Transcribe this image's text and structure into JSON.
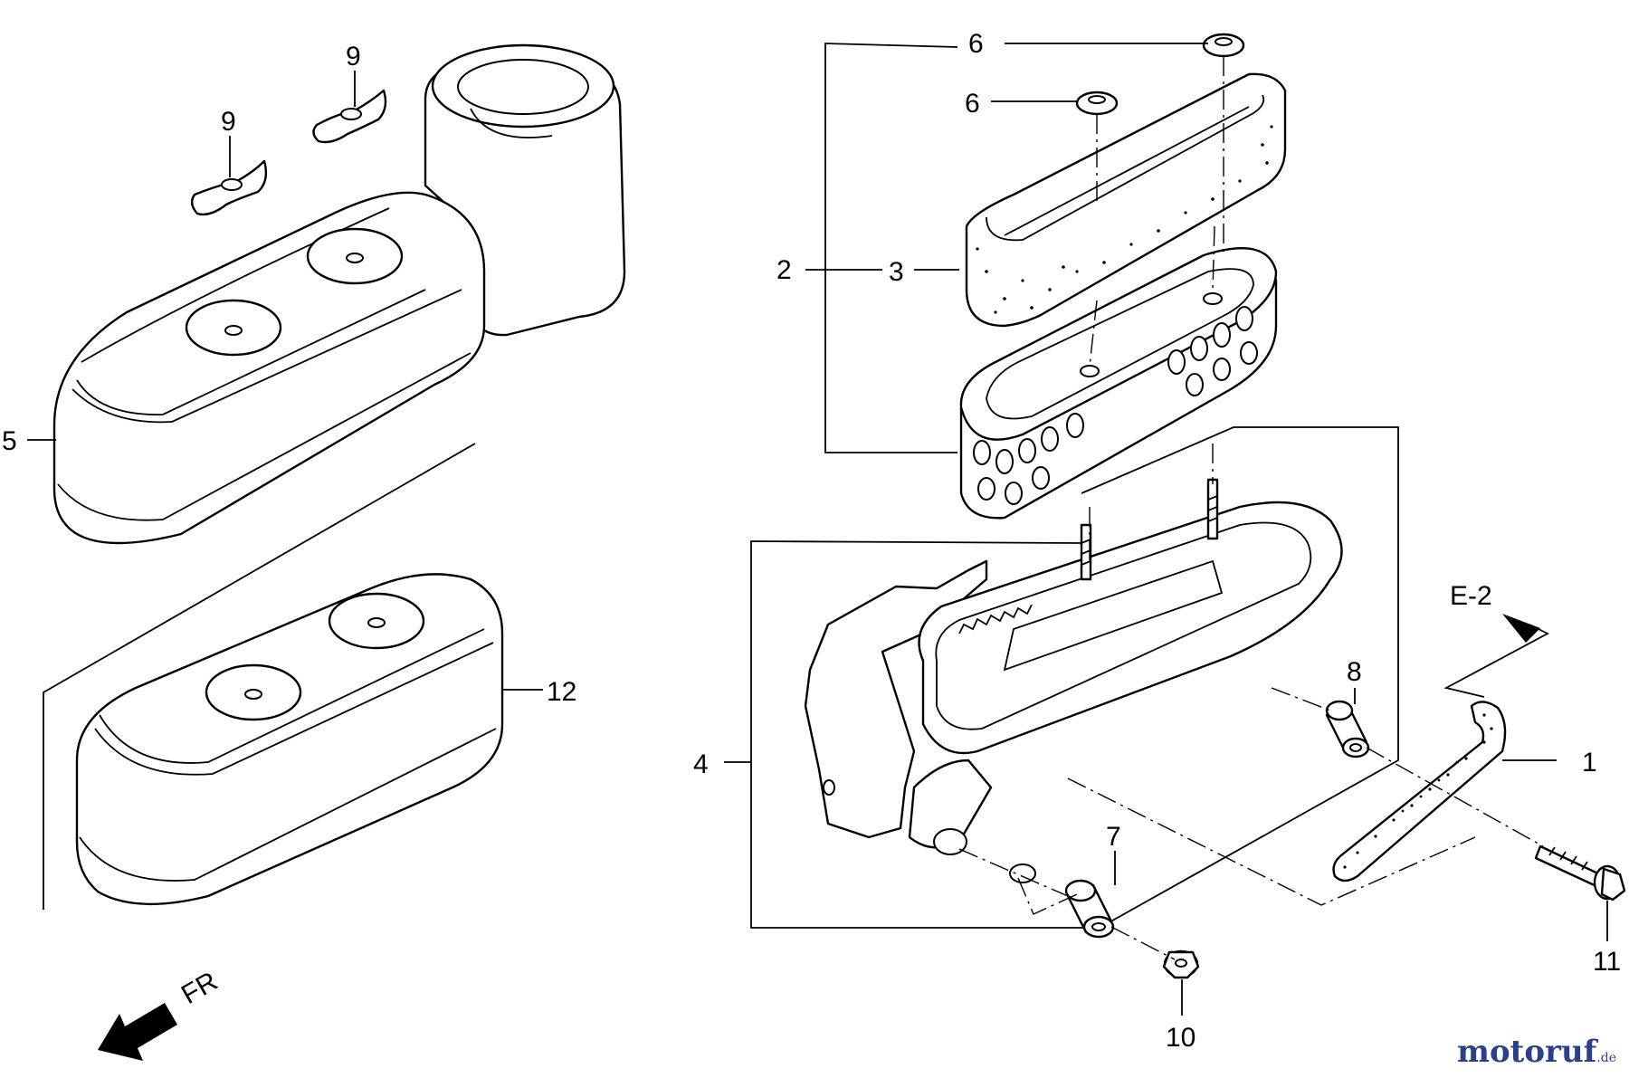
{
  "diagram": {
    "callouts": {
      "c1": "1",
      "c2": "2",
      "c3": "3",
      "c4": "4",
      "c5": "5",
      "c6a": "6",
      "c6b": "6",
      "c7": "7",
      "c8": "8",
      "c9a": "9",
      "c9b": "9",
      "c10": "10",
      "c11": "11",
      "c12": "12"
    },
    "reference": "E-2",
    "direction": "FR"
  },
  "watermark": {
    "name": "motoruf",
    "domain": ".de"
  }
}
